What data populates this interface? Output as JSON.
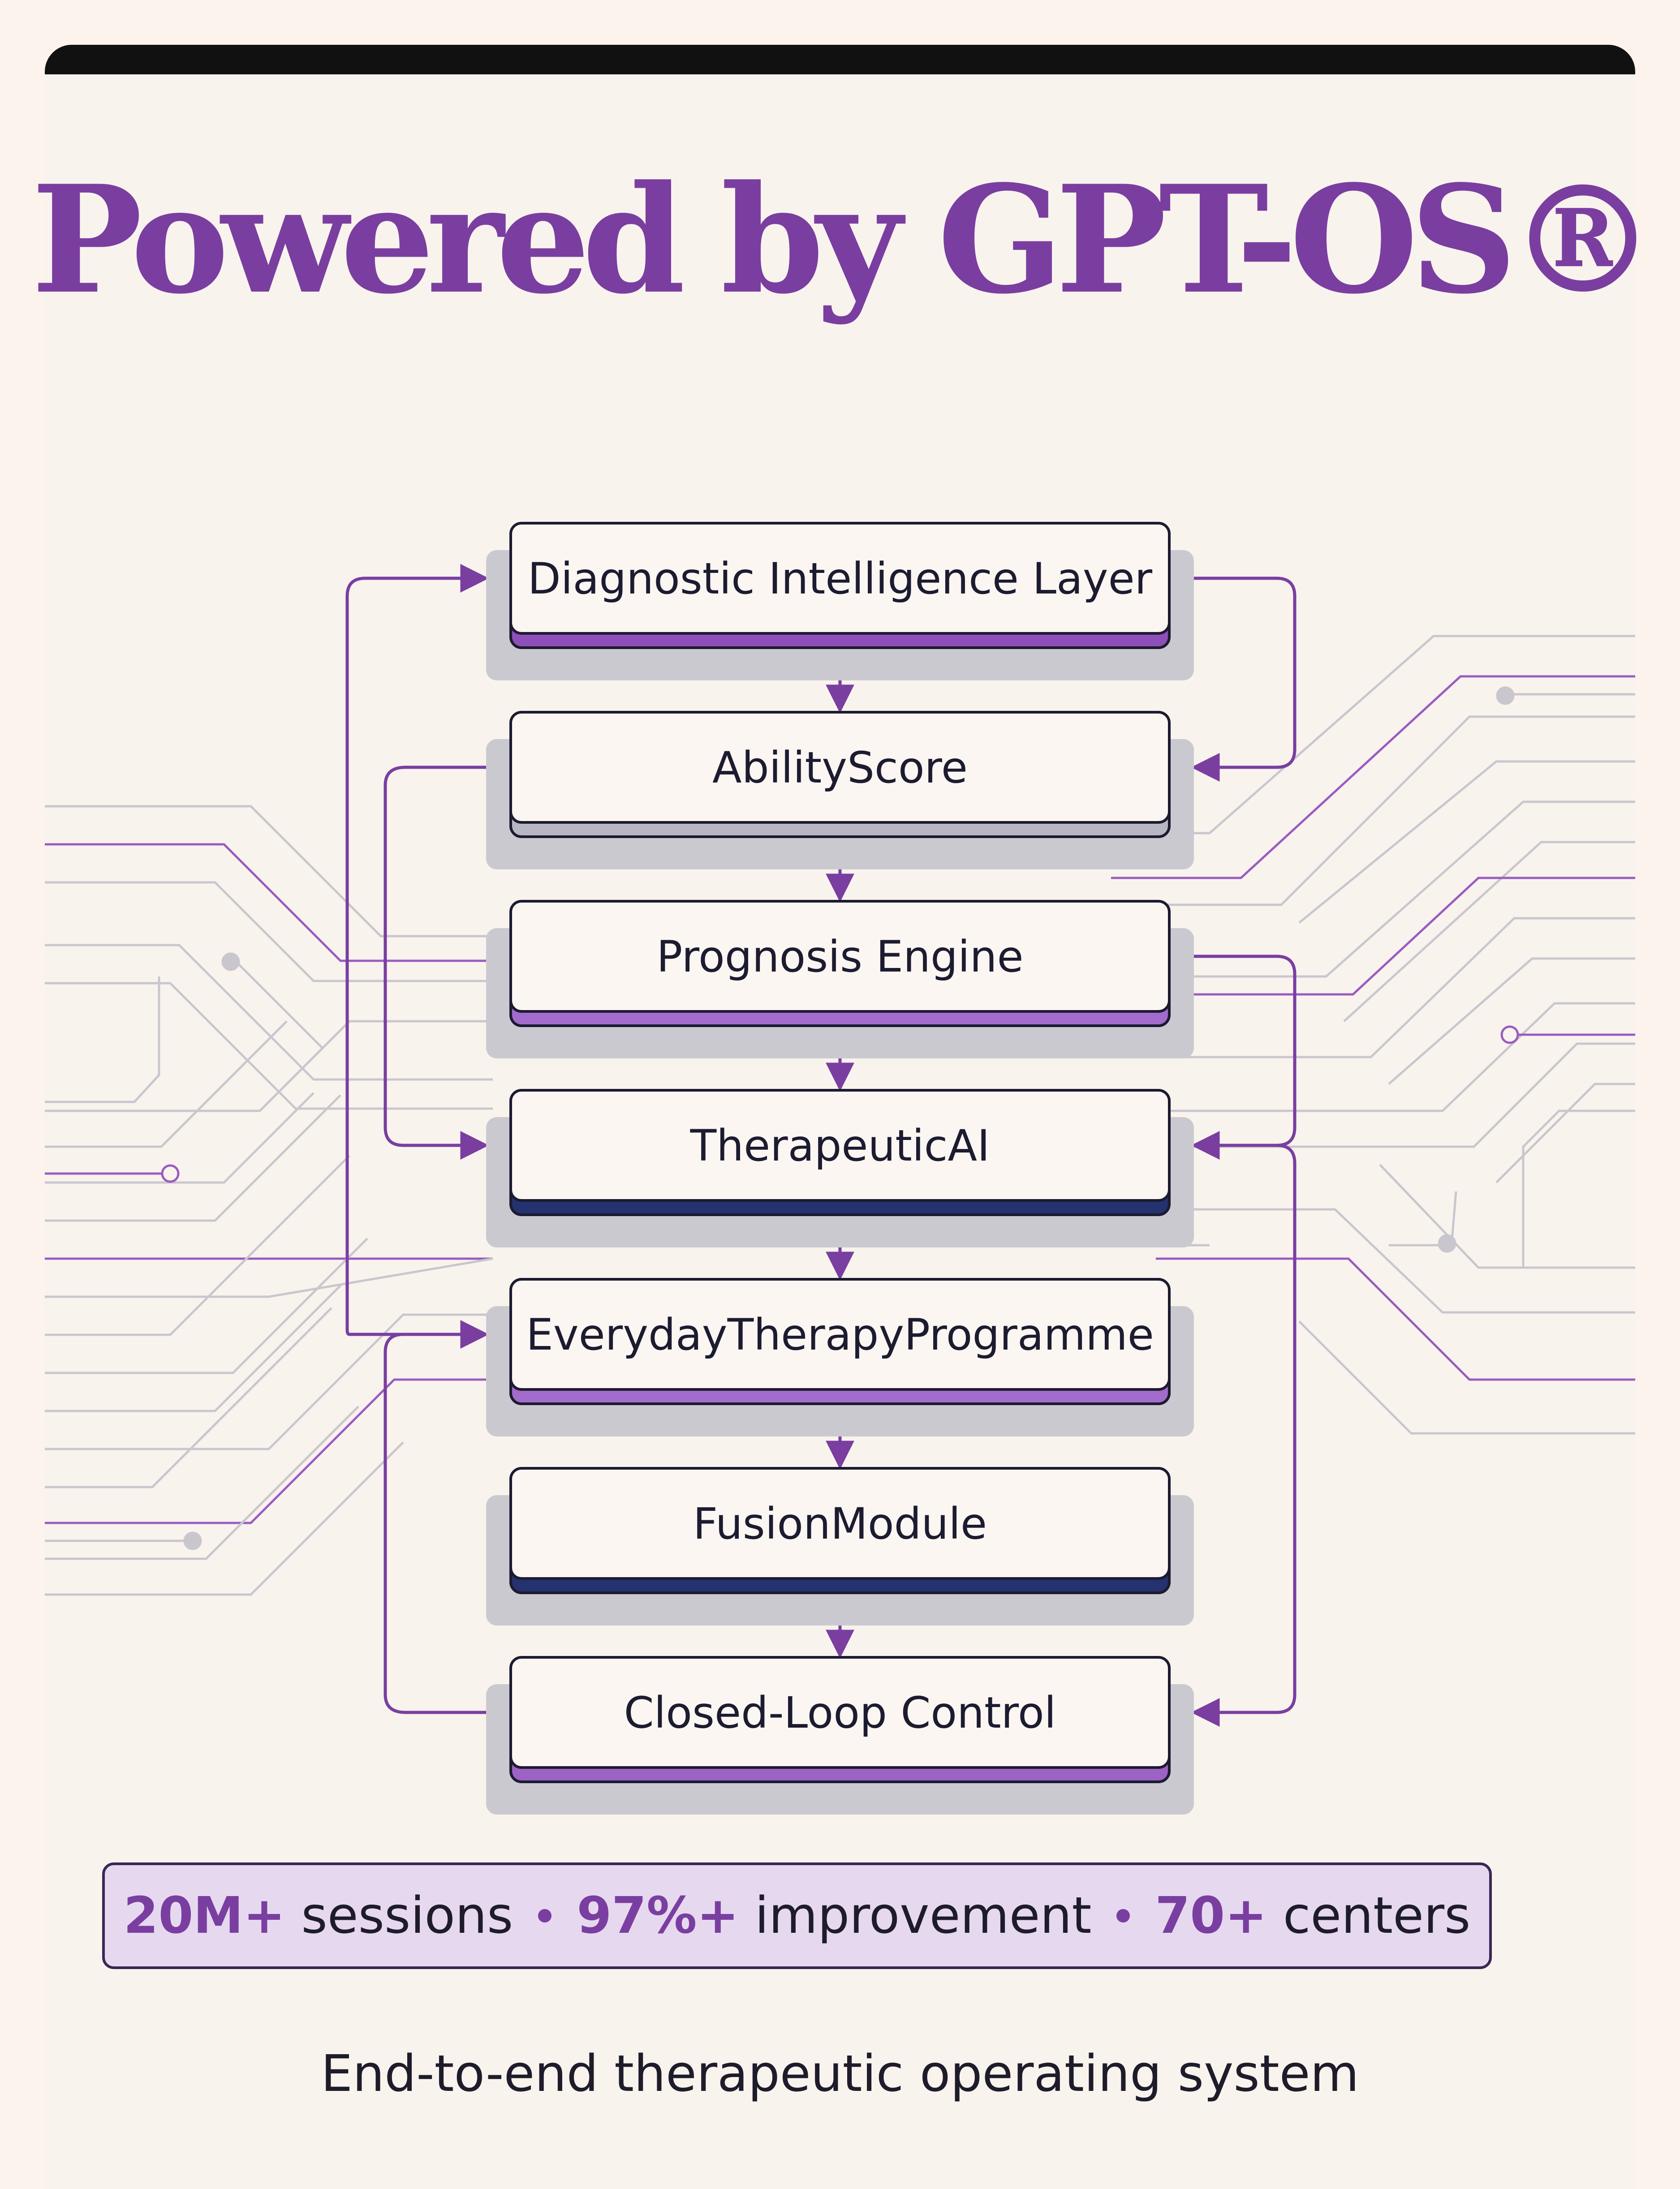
{
  "title": "Powered by GPT-OS®",
  "nodes": [
    {
      "label": "Diagnostic Intelligence Layer",
      "accent": "#8f4fba"
    },
    {
      "label": "AbilityScore",
      "accent": "#b9b6c4"
    },
    {
      "label": "Prognosis Engine",
      "accent": "#a36bcc"
    },
    {
      "label": "TherapeuticAI",
      "accent": "#24336f"
    },
    {
      "label": "EverydayTherapyProgramme",
      "accent": "#a36bcc"
    },
    {
      "label": "FusionModule",
      "accent": "#24336f"
    },
    {
      "label": "Closed-Loop Control",
      "accent": "#9c62c4"
    }
  ],
  "stats": [
    {
      "value": "20M+",
      "label": "sessions"
    },
    {
      "value": "97%+",
      "label": "improvement"
    },
    {
      "value": "70+",
      "label": "centers"
    }
  ],
  "tagline": "End-to-end therapeutic operating system",
  "colors": {
    "brand_purple": "#7a3ea0",
    "dark_navy": "#24336f",
    "background": "#f9f3ee"
  }
}
